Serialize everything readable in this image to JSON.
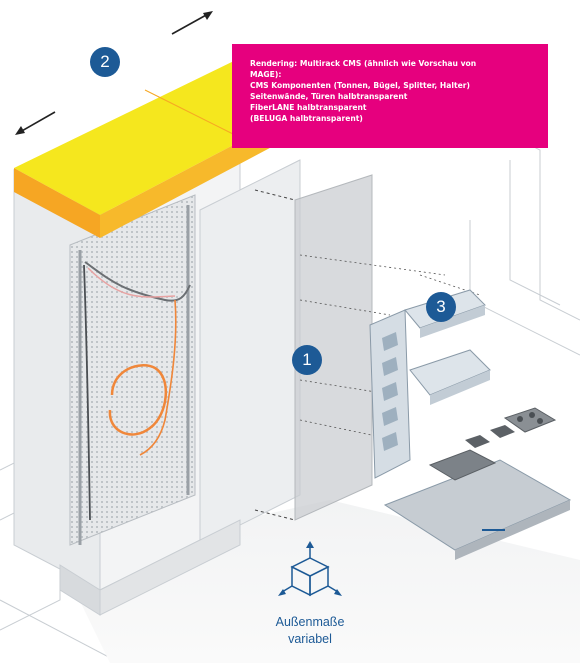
{
  "annotation": {
    "lines": [
      "Rendering: Multirack CMS (ähnlich wie Vorschau von",
      "MAGE):",
      "CMS Komponenten (Tonnen, Bügel, Splitter, Halter)",
      "Seitenwände, Türen halbtransparent",
      "FiberLANE halbtransparent",
      "(BELUGA halbtransparent)"
    ]
  },
  "badges": {
    "cabinet": "2",
    "side_wall": "1",
    "components": "3"
  },
  "caption": {
    "line1": "Außenmaße",
    "line2": "variabel"
  },
  "colors": {
    "accent_blue": "#1d5a96",
    "annotation_magenta": "#e6007e",
    "roof_yellow": "#f5e71e",
    "roof_orange": "#f6a623",
    "fiber_orange": "#f0873a",
    "outline_grey": "#c8cdd2"
  },
  "icons": {
    "dimension": "cube-dimensions-icon",
    "arrow": "direction-arrow-icon"
  }
}
